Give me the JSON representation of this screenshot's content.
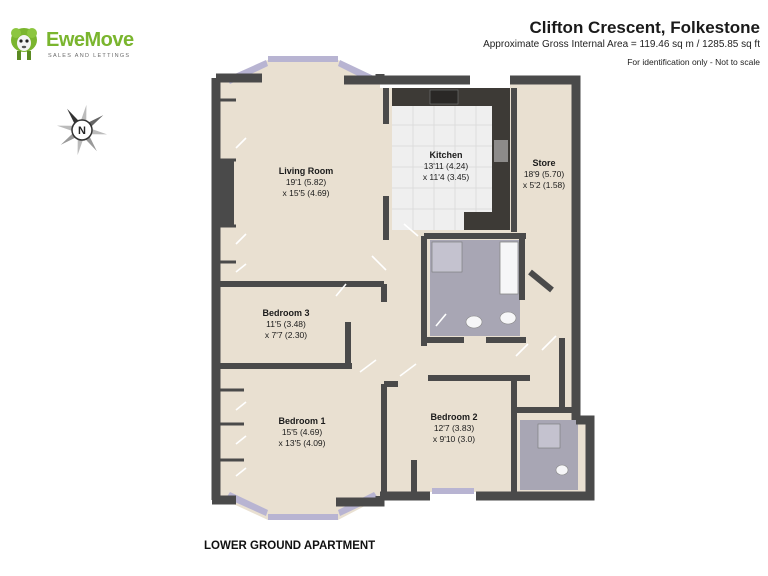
{
  "brand": {
    "name": "EweMove",
    "tagline": "SALES AND LETTINGS",
    "color": "#7ab52e"
  },
  "property": {
    "title": "Clifton Crescent, Folkestone",
    "area": "Approximate Gross Internal Area = 119.46 sq m / 1285.85 sq ft",
    "disclaimer": "For identification only - Not to scale"
  },
  "compass": {
    "label": "N",
    "icon": "compass-icon"
  },
  "rooms": {
    "living": {
      "name": "Living Room",
      "dim1": "19'1 (5.82)",
      "dim2": "x 15'5 (4.69)"
    },
    "kitchen": {
      "name": "Kitchen",
      "dim1": "13'11 (4.24)",
      "dim2": "x 11'4 (3.45)"
    },
    "store": {
      "name": "Store",
      "dim1": "18'9 (5.70)",
      "dim2": "x 5'2 (1.58)"
    },
    "bedroom3": {
      "name": "Bedroom 3",
      "dim1": "11'5 (3.48)",
      "dim2": "x 7'7 (2.30)"
    },
    "bedroom1": {
      "name": "Bedroom 1",
      "dim1": "15'5 (4.69)",
      "dim2": "x 13'5 (4.09)"
    },
    "bedroom2": {
      "name": "Bedroom 2",
      "dim1": "12'7 (3.83)",
      "dim2": "x 9'10 (3.0)"
    }
  },
  "floor_name": "LOWER GROUND APARTMENT",
  "colors": {
    "wall": "#4a4a4a",
    "floor": "#e9e0d1",
    "kitchen_tile": "#eeeeee",
    "bathroom": "#a8a6b4",
    "worktop": "#3d3a36",
    "window": "#b8b4d2"
  }
}
